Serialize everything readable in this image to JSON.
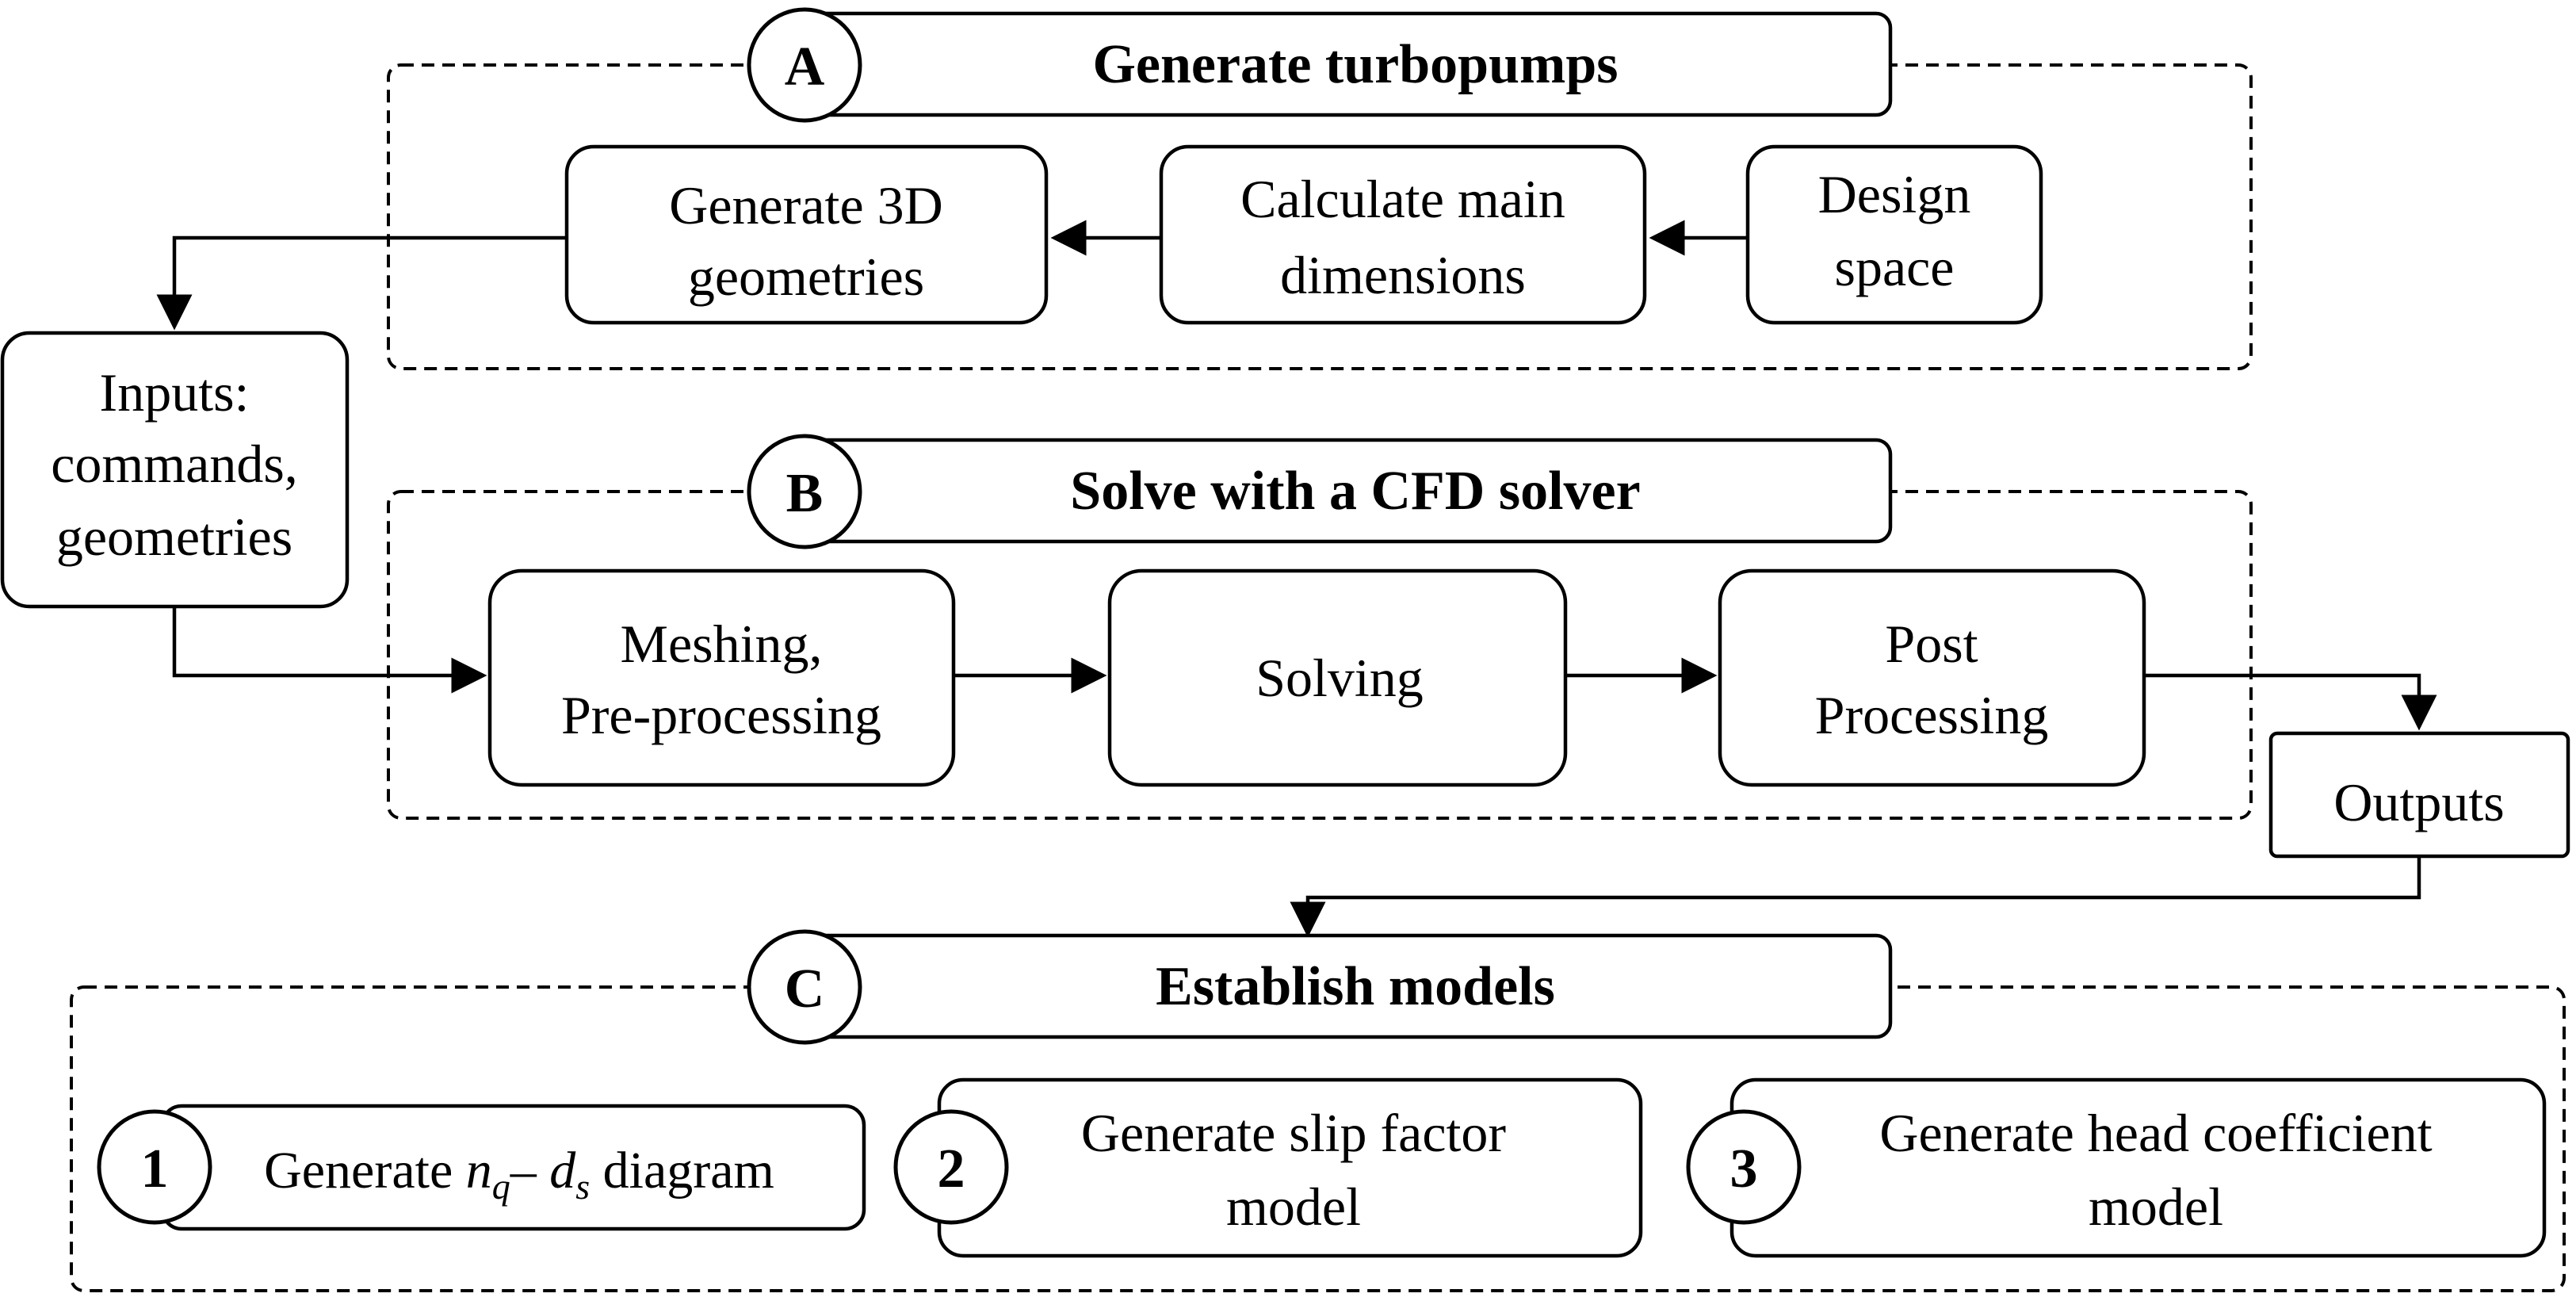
{
  "section_a": {
    "letter": "A",
    "title": "Generate turbopumps",
    "boxes": {
      "generate_3d": [
        "Generate 3D",
        "geometries"
      ],
      "calculate": [
        "Calculate main",
        "dimensions"
      ],
      "design_space": [
        "Design",
        "space"
      ]
    }
  },
  "inputs_box": [
    "Inputs:",
    "commands,",
    "geometries"
  ],
  "section_b": {
    "letter": "B",
    "title": "Solve with a CFD solver",
    "boxes": {
      "meshing": [
        "Meshing,",
        "Pre-processing"
      ],
      "solving": "Solving",
      "post": [
        "Post",
        "Processing"
      ]
    }
  },
  "outputs_box": "Outputs",
  "section_c": {
    "letter": "C",
    "title": "Establish models",
    "items": [
      {
        "number": "1",
        "label_prefix": "Generate ",
        "math_n": "n",
        "math_n_sub": "q",
        "math_sep": "– ",
        "math_d": "d",
        "math_d_sub": "s",
        "label_suffix": " diagram"
      },
      {
        "number": "2",
        "lines": [
          "Generate slip factor",
          "model"
        ]
      },
      {
        "number": "3",
        "lines": [
          "Generate head coefficient",
          "model"
        ]
      }
    ]
  }
}
